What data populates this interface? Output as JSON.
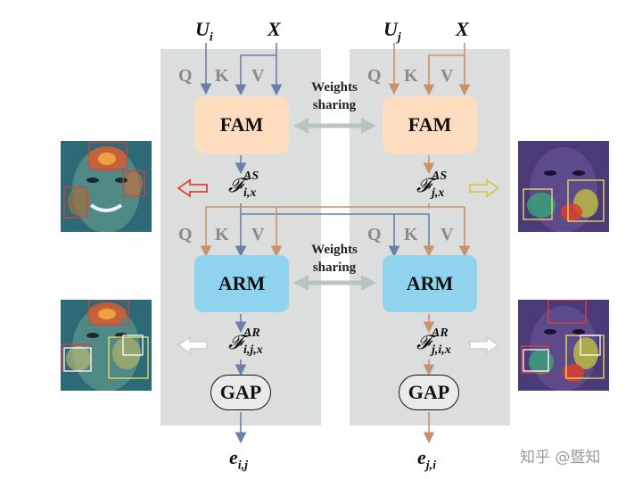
{
  "inputs_left": {
    "u": "U",
    "u_sub": "i",
    "x": "X"
  },
  "inputs_right": {
    "u": "U",
    "u_sub": "j",
    "x": "X"
  },
  "qkv": {
    "q": "Q",
    "k": "K",
    "v": "V"
  },
  "blocks": {
    "fam": "FAM",
    "arm": "ARM",
    "gap": "GAP"
  },
  "weights_sharing": {
    "line1": "Weights",
    "line2": "sharing"
  },
  "features": {
    "f_left_as": {
      "symbol": "𝓕",
      "sup": "AS",
      "sub": "i,x"
    },
    "f_right_as": {
      "symbol": "𝓕",
      "sup": "AS",
      "sub": "j,x"
    },
    "f_left_ar": {
      "symbol": "𝓕",
      "sup": "AR",
      "sub": "i,j,x"
    },
    "f_right_ar": {
      "symbol": "𝓕",
      "sup": "AR",
      "sub": "j,i,x"
    }
  },
  "outputs": {
    "left": {
      "e": "e",
      "sub": "i,j"
    },
    "right": {
      "e": "e",
      "sub": "j,i"
    }
  },
  "colors": {
    "left_stream": "#6a80a8",
    "right_stream": "#c8926c",
    "red_arrow": "#d84a3a",
    "yellow_arrow": "#d8c84a",
    "shared_arrow": "#b8c4c4"
  },
  "watermark": "知乎 @暨知"
}
